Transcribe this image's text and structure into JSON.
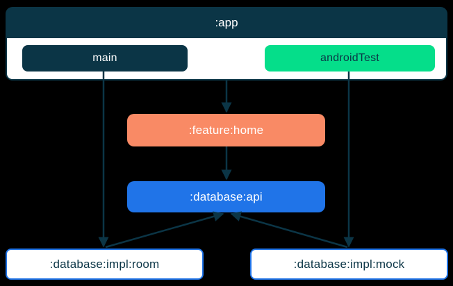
{
  "colors": {
    "background": "#000000",
    "navy": "#0B3546",
    "green": "#05DE8A",
    "orange": "#F98A65",
    "blue": "#2074E8"
  },
  "app_container": {
    "title": ":app",
    "source_sets": [
      {
        "label": "main"
      },
      {
        "label": "androidTest"
      }
    ]
  },
  "modules": [
    {
      "label": ":feature:home"
    },
    {
      "label": ":database:api"
    },
    {
      "label": ":database:impl:room"
    },
    {
      "label": ":database:impl:mock"
    }
  ],
  "edges": [
    {
      "from": ":app",
      "to": ":feature:home"
    },
    {
      "from": "main",
      "to": ":database:impl:room"
    },
    {
      "from": "androidTest",
      "to": ":database:impl:mock"
    },
    {
      "from": ":feature:home",
      "to": ":database:api"
    },
    {
      "from": ":database:impl:room",
      "to": ":database:api"
    },
    {
      "from": ":database:impl:mock",
      "to": ":database:api"
    }
  ]
}
